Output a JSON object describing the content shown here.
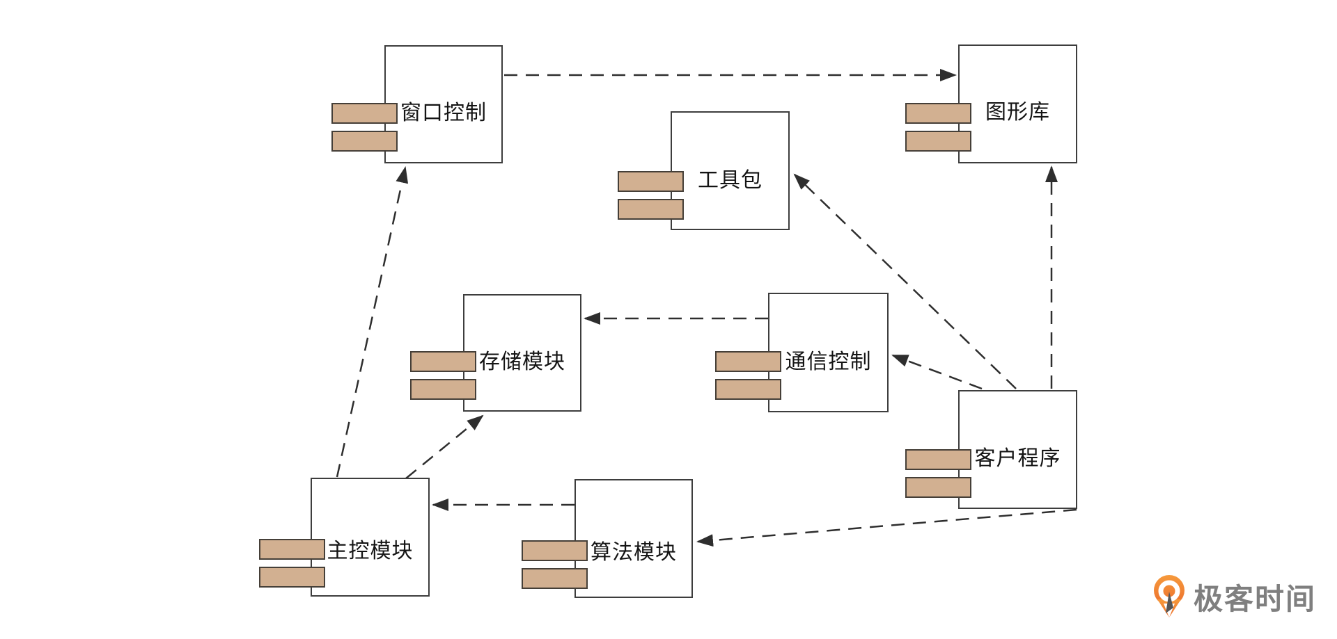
{
  "diagram": {
    "type": "uml-component-diagram",
    "components": [
      {
        "id": "window-control",
        "label": "窗口控制"
      },
      {
        "id": "graphics-library",
        "label": "图形库"
      },
      {
        "id": "toolkit",
        "label": "工具包"
      },
      {
        "id": "storage-module",
        "label": "存储模块"
      },
      {
        "id": "communication-control",
        "label": "通信控制"
      },
      {
        "id": "client-program",
        "label": "客户程序"
      },
      {
        "id": "main-control-module",
        "label": "主控模块"
      },
      {
        "id": "algorithm-module",
        "label": "算法模块"
      }
    ],
    "dependencies": [
      {
        "from": "窗口控制",
        "to": "图形库",
        "style": "dashed-arrow"
      },
      {
        "from": "通信控制",
        "to": "存储模块",
        "style": "dashed-arrow"
      },
      {
        "from": "算法模块",
        "to": "主控模块",
        "style": "dashed-arrow"
      },
      {
        "from": "主控模块",
        "to": "窗口控制",
        "style": "dashed-arrow"
      },
      {
        "from": "主控模块",
        "to": "存储模块",
        "style": "dashed-arrow"
      },
      {
        "from": "客户程序",
        "to": "通信控制",
        "style": "dashed-arrow"
      },
      {
        "from": "客户程序",
        "to": "工具包",
        "style": "dashed-arrow"
      },
      {
        "from": "客户程序",
        "to": "图形库",
        "style": "dashed-arrow"
      },
      {
        "from": "客户程序",
        "to": "算法模块",
        "style": "dashed-arrow"
      }
    ],
    "colors": {
      "background": "#ffffff",
      "box_border": "#3d3d3d",
      "tab_fill": "#d2b091",
      "tab_border": "#453f38",
      "line": "#2e2e2e",
      "label_text": "#141414"
    }
  },
  "watermark": {
    "brand_text": "极客时间",
    "icon": "geektime-pin-icon",
    "icon_color": "#ef7b2e",
    "text_color": "#7f7f7f"
  }
}
